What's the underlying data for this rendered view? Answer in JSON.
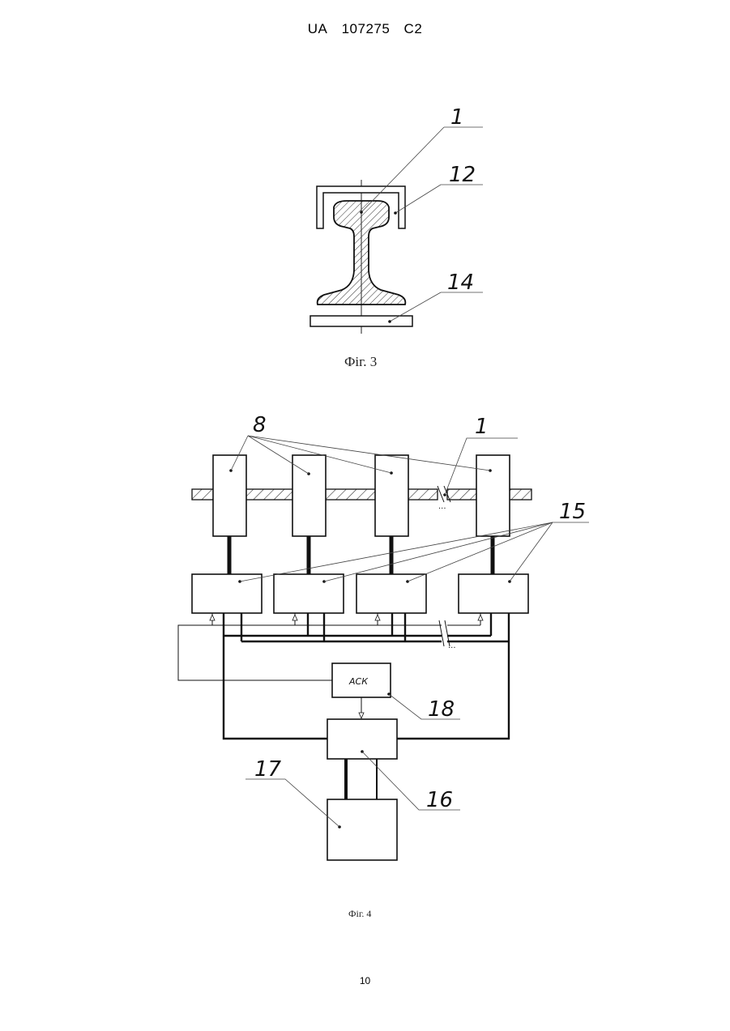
{
  "header": {
    "country": "UA",
    "number": "107275",
    "kind": "C2"
  },
  "figure3": {
    "caption": "Фіг. 3",
    "labels": {
      "rail": "1",
      "sensor": "12",
      "base": "14"
    }
  },
  "figure4": {
    "caption": "Фіг. 4",
    "labels": {
      "sensors": "8",
      "rail": "1",
      "modules": "15",
      "ack_ref": "18",
      "controller": "16",
      "computer": "17",
      "ellipsis": "..."
    },
    "ack_block": "АСК"
  },
  "page_number": "10"
}
